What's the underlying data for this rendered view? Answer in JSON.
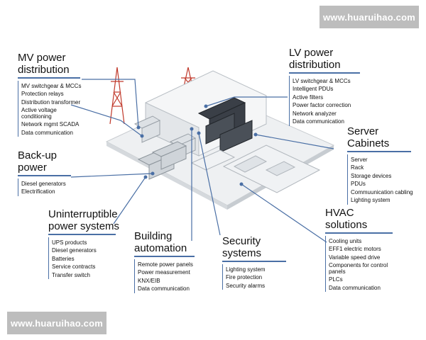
{
  "watermark_top": "www.huaruihao.com",
  "watermark_bottom": "www.huaruihao.com",
  "blocks": {
    "mv": {
      "title": [
        "MV power",
        "distribution"
      ],
      "items": [
        "MV switchgear & MCCs",
        "Protection relays",
        "Distribution transformer",
        "Active voltage conditioning",
        "Network mgmt SCADA",
        "Data communication"
      ]
    },
    "lv": {
      "title": [
        "LV power",
        "distribution"
      ],
      "items": [
        "LV switchgear &  MCCs",
        "Intelligent PDUs",
        "Active filters",
        "Power factor correction",
        "Network analyzer",
        "Data communication"
      ]
    },
    "backup": {
      "title": [
        "Back-up",
        "power"
      ],
      "items": [
        "Diesel generators",
        "Electrification"
      ]
    },
    "server": {
      "title": [
        "Server",
        "Cabinets"
      ],
      "items": [
        "Server",
        "Rack",
        "Storage devices",
        "PDUs",
        "Commuunication cabling",
        "Lighting system"
      ]
    },
    "ups": {
      "title": [
        "Uninterruptible",
        "power systems"
      ],
      "items": [
        "UPS products",
        "Diesel generators",
        "Batteries",
        "Service contracts",
        "Transfer switch"
      ]
    },
    "building": {
      "title": [
        "Building",
        "automation"
      ],
      "items": [
        "Remote power panels",
        "Power measurement",
        "KNX/EIB",
        "Data communication"
      ]
    },
    "security": {
      "title": [
        "Security",
        "systems"
      ],
      "items": [
        "Lighting system",
        "Fire protection",
        "Security alarms"
      ]
    },
    "hvac": {
      "title": [
        "HVAC",
        "solutions"
      ],
      "items": [
        "Cooling units",
        "EFF1 electric motors",
        "Variable speed drive",
        "Components for control panels",
        "PLCs",
        "Data communication"
      ]
    }
  },
  "colors": {
    "connector": "#4a6fa5",
    "tower": "#c0392b",
    "floor": "#e9ecef",
    "cabinet": "#3a3f47"
  }
}
